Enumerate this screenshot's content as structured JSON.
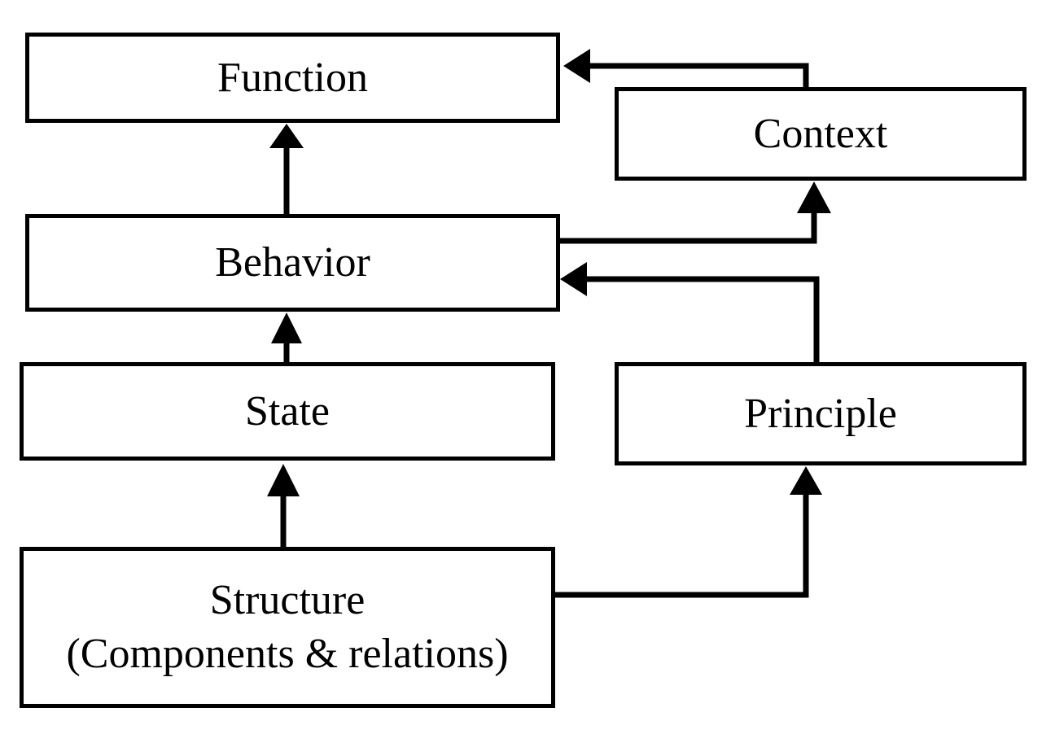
{
  "diagram": {
    "nodes": {
      "function": {
        "label": "Function"
      },
      "context": {
        "label": "Context"
      },
      "behavior": {
        "label": "Behavior"
      },
      "state": {
        "label": "State"
      },
      "principle": {
        "label": "Principle"
      },
      "structure": {
        "label": "Structure",
        "sublabel": "(Components & relations)"
      }
    },
    "edges": [
      {
        "from": "behavior",
        "to": "function"
      },
      {
        "from": "context",
        "to": "function"
      },
      {
        "from": "behavior",
        "to": "context"
      },
      {
        "from": "principle",
        "to": "behavior"
      },
      {
        "from": "state",
        "to": "behavior"
      },
      {
        "from": "structure",
        "to": "state"
      },
      {
        "from": "structure",
        "to": "principle"
      }
    ],
    "colors": {
      "stroke": "#000000",
      "background": "#ffffff"
    }
  }
}
